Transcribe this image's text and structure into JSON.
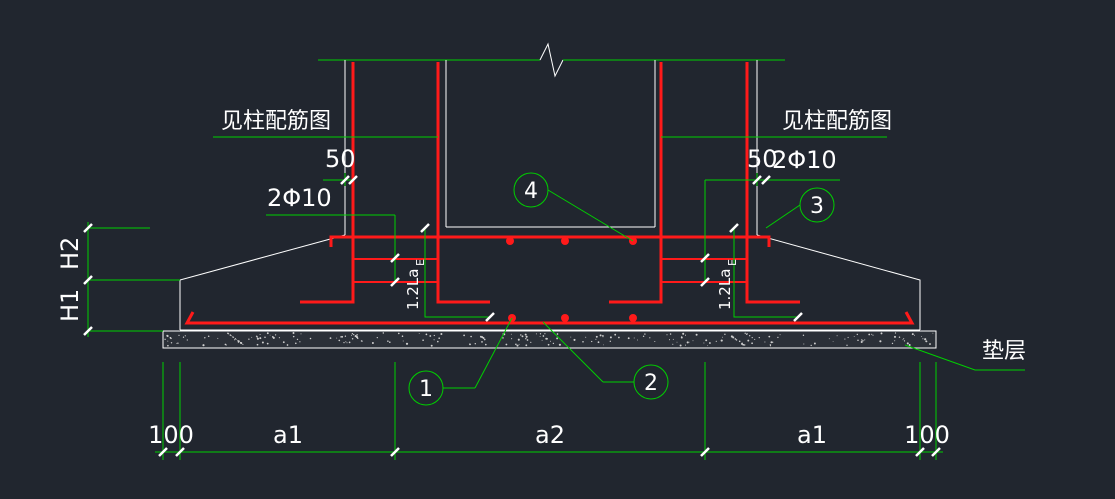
{
  "labels": {
    "see_column_left": "见柱配筋图",
    "see_column_right": "见柱配筋图",
    "dim_50_left": "50",
    "dim_50_right": "50",
    "bars_left": "2Φ10",
    "bars_right": "2Φ10",
    "anchor_left": "1.2La",
    "anchor_left_sub": "E",
    "anchor_right": "1.2La",
    "anchor_right_sub": "E",
    "h1": "H1",
    "h2": "H2",
    "cushion": "垫层"
  },
  "callouts": [
    "1",
    "2",
    "3",
    "4"
  ],
  "dims_bottom": [
    "100",
    "a1",
    "a2",
    "a1",
    "100"
  ],
  "colors": {
    "background": "#21262f",
    "concrete": "#ffffff",
    "rebar": "#ff1a1a",
    "leader": "#00d000",
    "text": "#ffffff"
  }
}
